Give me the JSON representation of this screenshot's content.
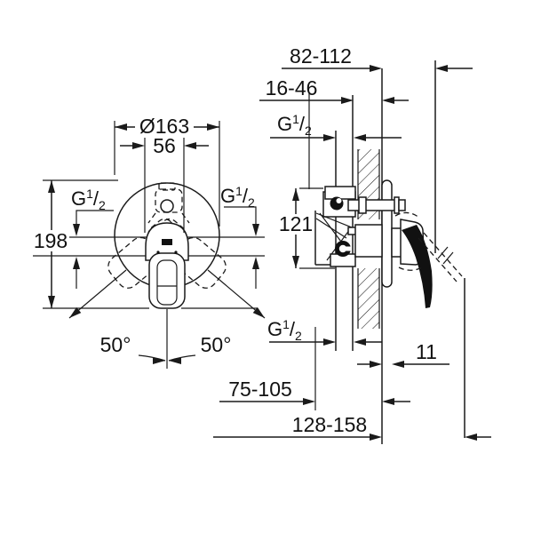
{
  "dims": {
    "diameter": "Ø163",
    "width": "56",
    "height": "198",
    "angle_left": "50°",
    "angle_right": "50°",
    "depth_range": "82-112",
    "recess_range": "16-46",
    "port_distance": "121",
    "escutcheon_thickness": "11",
    "projection_range": "75-105",
    "total_projection_range": "128-158"
  },
  "thread": {
    "base": "G",
    "sup": "1",
    "slash": "/",
    "sub": "2",
    "full": "G 1/2"
  }
}
